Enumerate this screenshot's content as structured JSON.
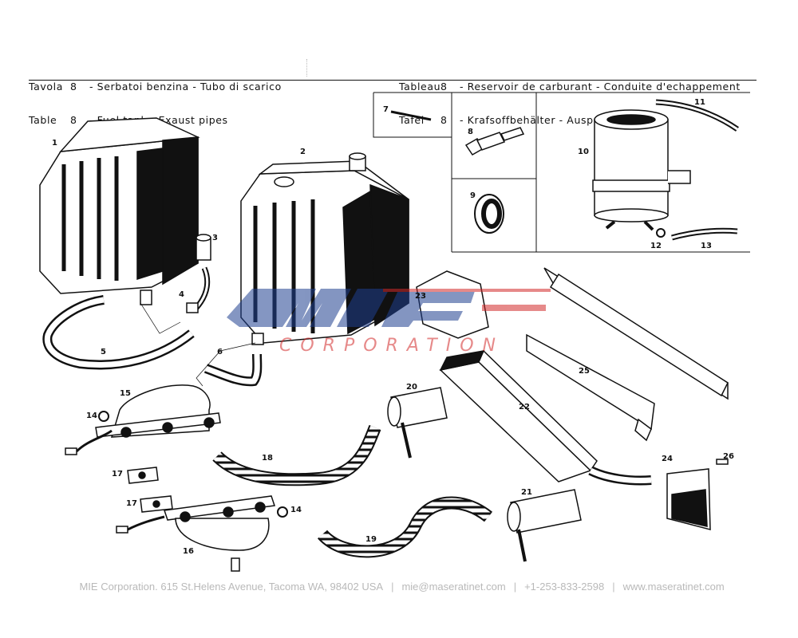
{
  "header": {
    "left": [
      {
        "key": "Tavola",
        "num": "8",
        "text": "- Serbatoi benzina - Tubo di scarico"
      },
      {
        "key": "Table",
        "num": "8",
        "text": "- Fuel tank - Exaust pipes"
      }
    ],
    "right": [
      {
        "key": "Tableau",
        "num": "8",
        "text": "- Reservoir de carburant - Conduite d'echappement"
      },
      {
        "key": "Tafel",
        "num": "8",
        "text": "- Krafsoffbehälter - Auspuff"
      }
    ]
  },
  "callouts": [
    "1",
    "2",
    "3",
    "4",
    "5",
    "6",
    "7",
    "8",
    "9",
    "10",
    "11",
    "12",
    "13",
    "14",
    "14",
    "15",
    "16",
    "17",
    "17",
    "18",
    "19",
    "20",
    "21",
    "22",
    "23",
    "24",
    "25",
    "26"
  ],
  "watermark": {
    "logo": "MIE",
    "text": "CORPORATION",
    "color_blue": "#1f3f8f",
    "color_red": "#d22a2a"
  },
  "footer": {
    "address": "MIE Corporation. 615 St.Helens Avenue, Tacoma WA, 98402 USA",
    "email": "mie@maseratinet.com",
    "phone": "+1-253-833-2598",
    "website": "www.maseratinet.com"
  }
}
